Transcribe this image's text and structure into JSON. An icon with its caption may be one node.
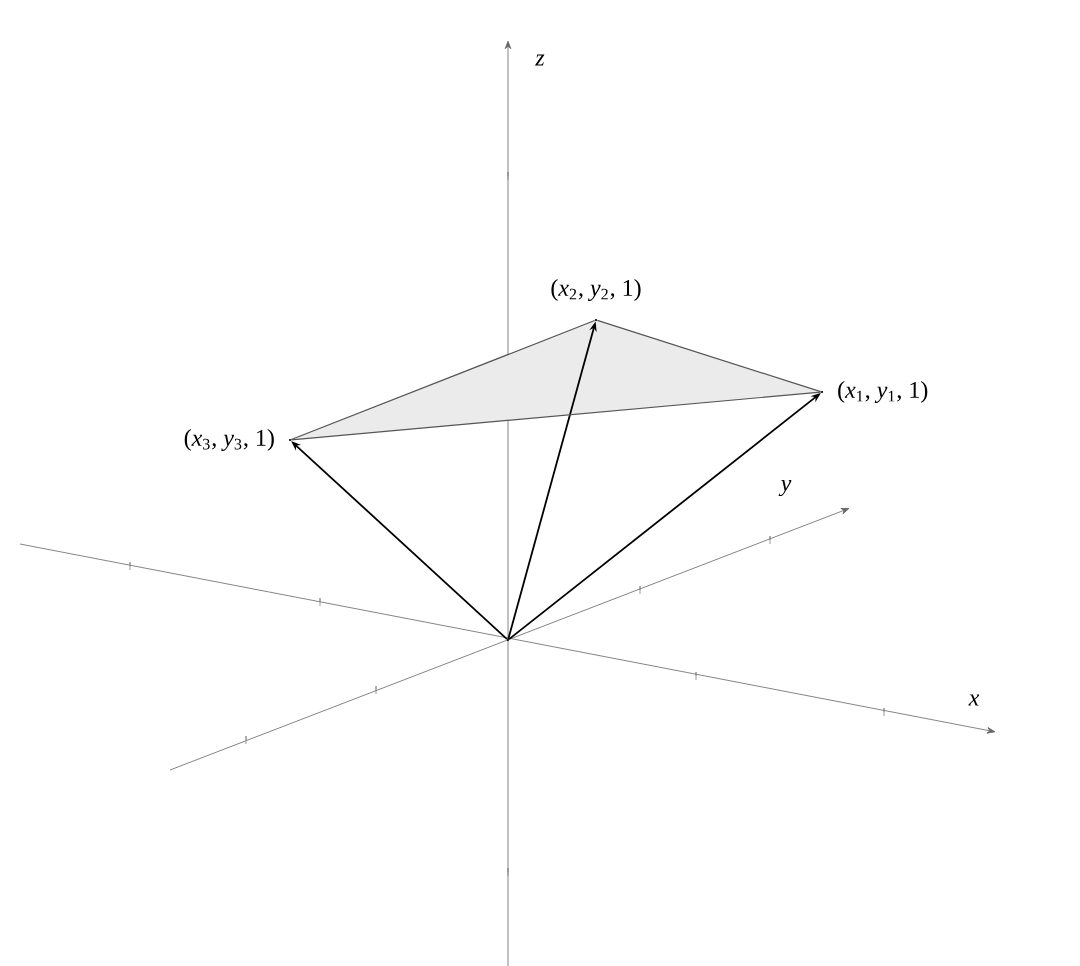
{
  "diagram": {
    "nodes": [
      {
        "text": [],
        "shape": "point"
      },
      {
        "text": [],
        "shape": "point",
        "beside": [
          "(*x*$_{1}$, *y*$_{1}$, 1)"
        ]
      },
      {
        "text": [],
        "shape": "point",
        "beside": [
          "(*x*$_{2}$, *y*$_{2}$, 1)"
        ]
      },
      {
        "text": [],
        "shape": "point",
        "beside": [
          "(*x*$_{3}$, *y*$_{3}$, 1)"
        ]
      }
    ],
    "edges": [
      {
        "from": 0,
        "to": 1,
        "arrow": "to"
      },
      {
        "from": 0,
        "to": 2,
        "arrow": "to"
      },
      {
        "from": 0,
        "to": 3,
        "arrow": "to"
      },
      {
        "from": 2,
        "to": 1,
        "arrow": "none",
        "color": "#555555"
      },
      {
        "from": 1,
        "to": 3,
        "arrow": "none",
        "color": "#555555"
      },
      {
        "from": 3,
        "to": 2,
        "arrow": "none",
        "color": "#555555"
      }
    ],
    "labels": [
      "*z*",
      "*y*",
      "*x*"
    ]
  }
}
